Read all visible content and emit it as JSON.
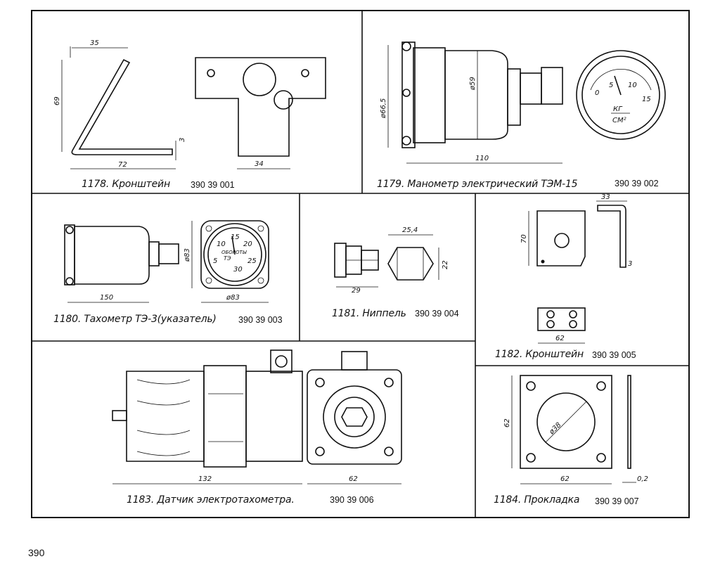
{
  "page_number": "390",
  "items": [
    {
      "caption": "1178. Кронштейн",
      "code": "390 39 001",
      "dims": [
        "35",
        "69",
        "3",
        "72",
        "34"
      ]
    },
    {
      "caption": "1179. Манометр электрический ТЭМ-15",
      "code": "390 39 002",
      "dims": [
        "ø66,5",
        "ø59",
        "110"
      ],
      "dial": [
        "0",
        "5",
        "10",
        "15",
        "КГ",
        "СМ²"
      ]
    },
    {
      "caption": "1180. Тахометр ТЭ-3(указатель)",
      "code": "390 39 003",
      "dims": [
        "ø83",
        "150",
        "ø83"
      ],
      "dial": [
        "15",
        "10",
        "20",
        "5",
        "25",
        "30",
        "ОБОРОТЫ",
        "ТЭ"
      ]
    },
    {
      "caption": "1181. Ниппель",
      "code": "390 39 004",
      "dims": [
        "25,4",
        "22",
        "29"
      ]
    },
    {
      "caption": "1182. Кронштейн",
      "code": "390 39 005",
      "dims": [
        "33",
        "70",
        "3",
        "62"
      ]
    },
    {
      "caption": "1183. Датчик электротахометра.",
      "code": "390 39 006",
      "dims": [
        "132",
        "62"
      ]
    },
    {
      "caption": "1184. Прокладка",
      "code": "390 39 007",
      "dims": [
        "62",
        "ø38",
        "62",
        "0,2"
      ]
    }
  ]
}
